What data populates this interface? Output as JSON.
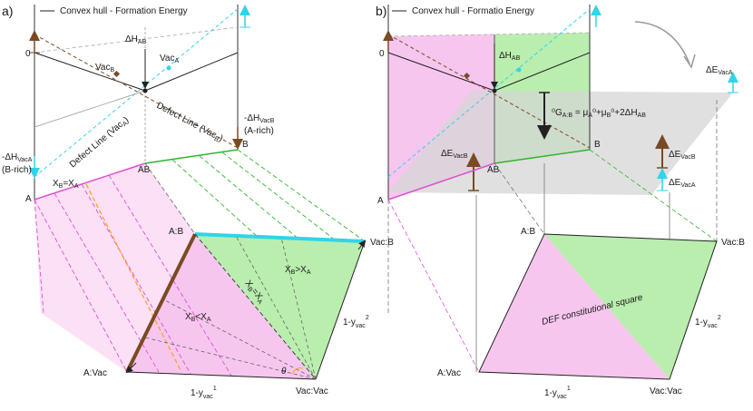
{
  "panel_a": {
    "panel_label": "a)",
    "legend": "Convex hull - Formation Energy",
    "delta_h": "ΔH",
    "delta_h_sub": "AB",
    "zero": "0",
    "vac_b": "Vac",
    "vac_b_sub": "B",
    "vac_a": "Vac",
    "vac_a_sub": "A",
    "defect_line_b": "Defect Line (Vac",
    "defect_line_b_sub": "B",
    "defect_line_b_end": ")",
    "a_rich_1": "-ΔH",
    "a_rich_1_sub": "VacB",
    "a_rich_2": "(A-rich)",
    "defect_line_a": "Defect Line (Vac",
    "defect_line_a_sub": "A",
    "defect_line_a_end": ")",
    "b_rich_1": "-ΔH",
    "b_rich_1_sub": "VacA",
    "b_rich_2": "(B-rich)",
    "corner_a": "A",
    "corner_b": "B",
    "corner_ab": "AB",
    "xb_eq_xa": "X",
    "xb_eq_xa_mid": "=X",
    "sub_b": "B",
    "sub_a": "A",
    "xb_gt_xa": "X",
    "gt_mid": ">X",
    "xb_lt_xa": "X",
    "lt_mid": "<X",
    "diag_eq": "X",
    "diag_eq_mid": "=X",
    "sq_ab": "A:B",
    "sq_vacb": "Vac:B",
    "sq_avac": "A:Vac",
    "sq_vacvac": "Vac:Vac",
    "y2": "1-y",
    "y2_sub": "vac",
    "y2_sup": "2",
    "y1": "1-y",
    "y1_sub": "vac",
    "y1_sup": "1",
    "theta": "θ"
  },
  "panel_b": {
    "panel_label": "b)",
    "legend": "Convex hull - Formatio Energy",
    "delta_h": "ΔH",
    "delta_h_sub": "AB",
    "zero": "0",
    "g_eq_1": "⁰G",
    "g_eq_sub1": "A:B",
    "g_eq_2": " = μ",
    "g_eq_sub2": "A",
    "g_eq_3": "⁰+μ",
    "g_eq_sub3": "B",
    "g_eq_4": "⁰+2ΔH",
    "g_eq_sub4": "AB",
    "de_vacb": "ΔE",
    "de_vacb_sub": "VacB",
    "de_vacb_r": "ΔE",
    "de_vacb_r_sub": "VacB",
    "de_vaca": "ΔE",
    "de_vaca_sub": "VacA",
    "de_vaca_top": "ΔE",
    "de_vaca_top_sub": "VacA",
    "corner_a": "A",
    "corner_b": "B",
    "corner_ab": "AB",
    "sq_ab": "A:B",
    "sq_vacb": "Vac:B",
    "sq_avac": "A:Vac",
    "sq_vacvac": "Vac:Vac",
    "def_square": "DEF constitutional square",
    "y2": "1-y",
    "y2_sub": "vac",
    "y2_sup": "2",
    "y1": "1-y",
    "y1_sub": "vac",
    "y1_sup": "1"
  },
  "colors": {
    "pink": "#f7c6ef",
    "green": "#b9eeae",
    "magenta": "#e04fd0",
    "green_line": "#2fb52f",
    "cyan": "#2fd5e8",
    "brown": "#7a4a22",
    "orange": "#f5a623",
    "gray_plane": "#d6d6d6"
  }
}
